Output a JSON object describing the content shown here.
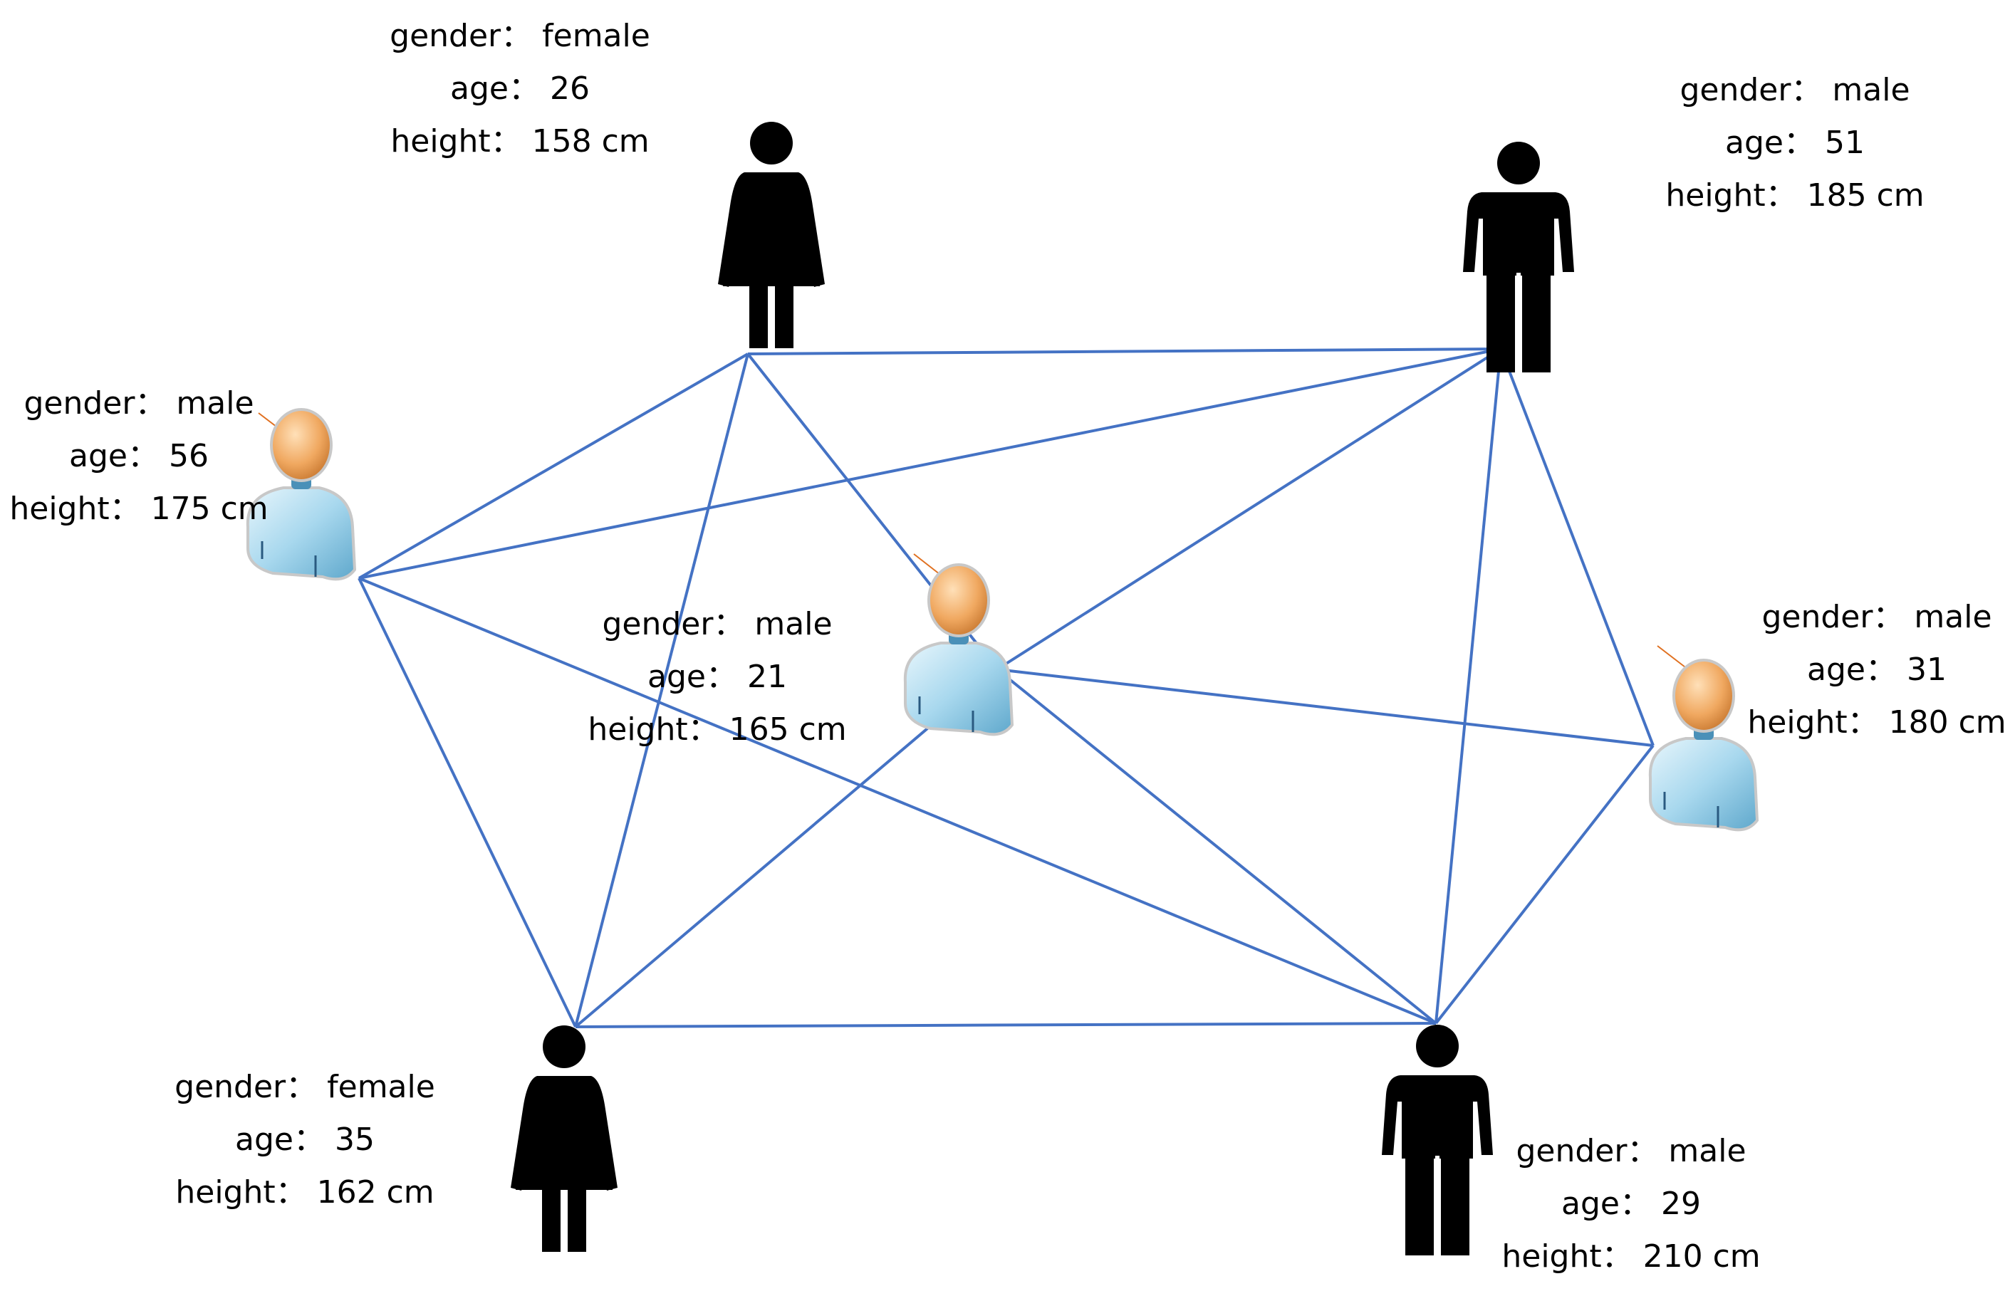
{
  "colors": {
    "edge": "#4472C4",
    "silhouette": "#000000",
    "head": "#F0A860",
    "body": "#9CCDE6"
  },
  "nodes": [
    {
      "id": "p1",
      "icon": "woman-silhouette-icon",
      "gender": "gender： female",
      "age": "age： 26",
      "height": "height： 158 cm"
    },
    {
      "id": "p2",
      "icon": "man-silhouette-icon",
      "gender": "gender： male",
      "age": "age： 51",
      "height": "height： 185 cm"
    },
    {
      "id": "p3",
      "icon": "user-avatar-icon",
      "gender": "gender： male",
      "age": "age： 56",
      "height": "height： 175 cm"
    },
    {
      "id": "p4",
      "icon": "user-avatar-icon",
      "gender": "gender： male",
      "age": "age： 21",
      "height": "height： 165 cm"
    },
    {
      "id": "p5",
      "icon": "user-avatar-icon",
      "gender": "gender： male",
      "age": "age： 31",
      "height": "height： 180 cm"
    },
    {
      "id": "p6",
      "icon": "woman-silhouette-icon",
      "gender": "gender： female",
      "age": "age： 35",
      "height": "height： 162 cm"
    },
    {
      "id": "p7",
      "icon": "man-silhouette-icon",
      "gender": "gender： male",
      "age": "age： 29",
      "height": "height： 210 cm"
    }
  ],
  "edges": [
    [
      "p1",
      "p2"
    ],
    [
      "p1",
      "p3"
    ],
    [
      "p1",
      "p4"
    ],
    [
      "p1",
      "p6"
    ],
    [
      "p2",
      "p3"
    ],
    [
      "p2",
      "p4"
    ],
    [
      "p2",
      "p5"
    ],
    [
      "p2",
      "p7"
    ],
    [
      "p3",
      "p6"
    ],
    [
      "p3",
      "p7"
    ],
    [
      "p4",
      "p5"
    ],
    [
      "p4",
      "p6"
    ],
    [
      "p4",
      "p7"
    ],
    [
      "p5",
      "p7"
    ],
    [
      "p6",
      "p7"
    ]
  ]
}
